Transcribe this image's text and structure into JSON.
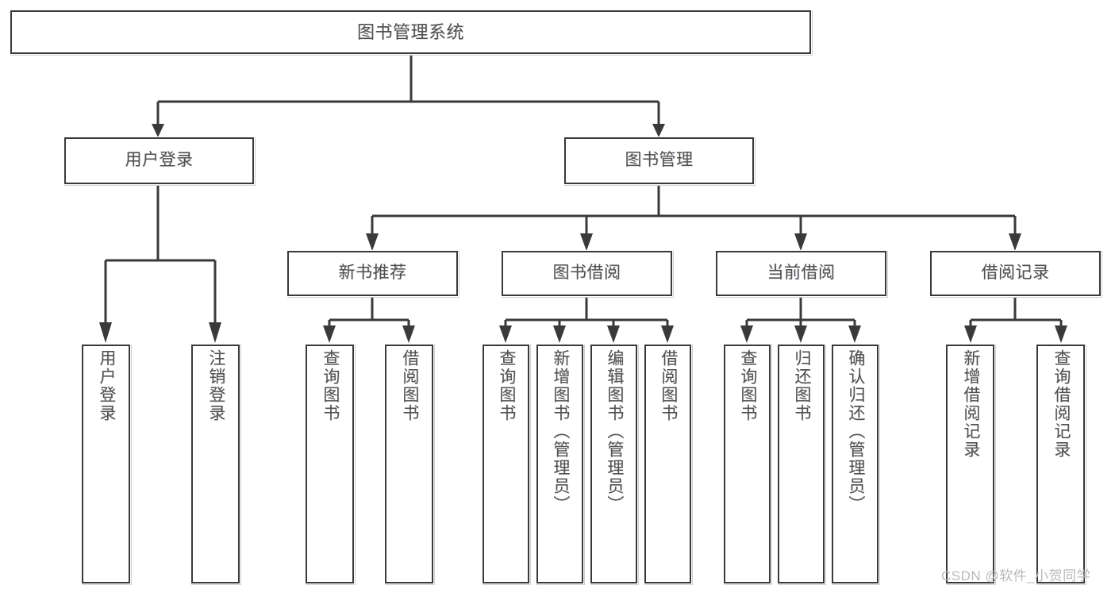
{
  "diagram": {
    "title": "图书管理系统",
    "type": "功能结构图",
    "watermark": "CSDN @软件_小贺同学",
    "colors": {
      "stroke": "#3a3a3a",
      "text": "#55504c",
      "background": "#ffffff",
      "watermark": "#b9b9b9"
    },
    "nodes": {
      "root": {
        "label": "图书管理系统"
      },
      "level2": [
        {
          "label": "用户登录"
        },
        {
          "label": "图书管理"
        }
      ],
      "level3": [
        {
          "label": "新书推荐"
        },
        {
          "label": "图书借阅"
        },
        {
          "label": "当前借阅"
        },
        {
          "label": "借阅记录"
        }
      ],
      "leaves": [
        {
          "label": "用户登录"
        },
        {
          "label": "注销登录"
        },
        {
          "label": "查询图书"
        },
        {
          "label": "借阅图书"
        },
        {
          "label": "查询图书"
        },
        {
          "label": "新增图书（管理员）"
        },
        {
          "label": "编辑图书（管理员）"
        },
        {
          "label": "借阅图书"
        },
        {
          "label": "查询图书"
        },
        {
          "label": "归还图书"
        },
        {
          "label": "确认归还（管理员）"
        },
        {
          "label": "新增借阅记录"
        },
        {
          "label": "查询借阅记录"
        }
      ]
    }
  }
}
